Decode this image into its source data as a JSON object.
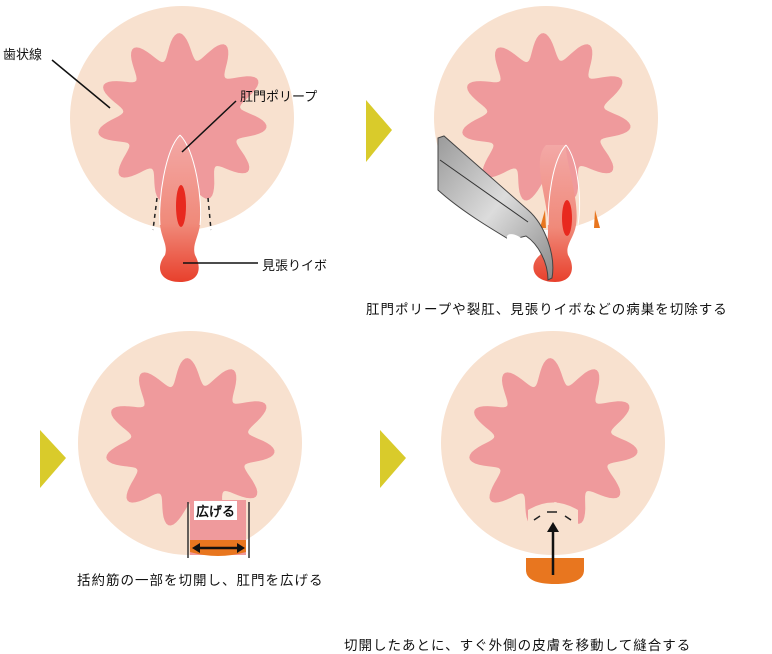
{
  "labels": {
    "dentate_line": "歯状線",
    "anal_polyp": "肛門ポリープ",
    "sentinel_pile": "見張りイボ",
    "widen": "広げる"
  },
  "captions": {
    "step2": "肛門ポリープや裂肛、見張りイボなどの病巣を切除する",
    "step3": "括約筋の一部を切開し、肛門を広げる",
    "step4": "切開したあとに、すぐ外側の皮膚を移動して縫合する"
  },
  "colors": {
    "ring": "#f8e1cf",
    "mucosa": "#ef9a9c",
    "arrow": "#d9cb2b",
    "lesion": "#e8291f",
    "flap": "#e8761f"
  }
}
